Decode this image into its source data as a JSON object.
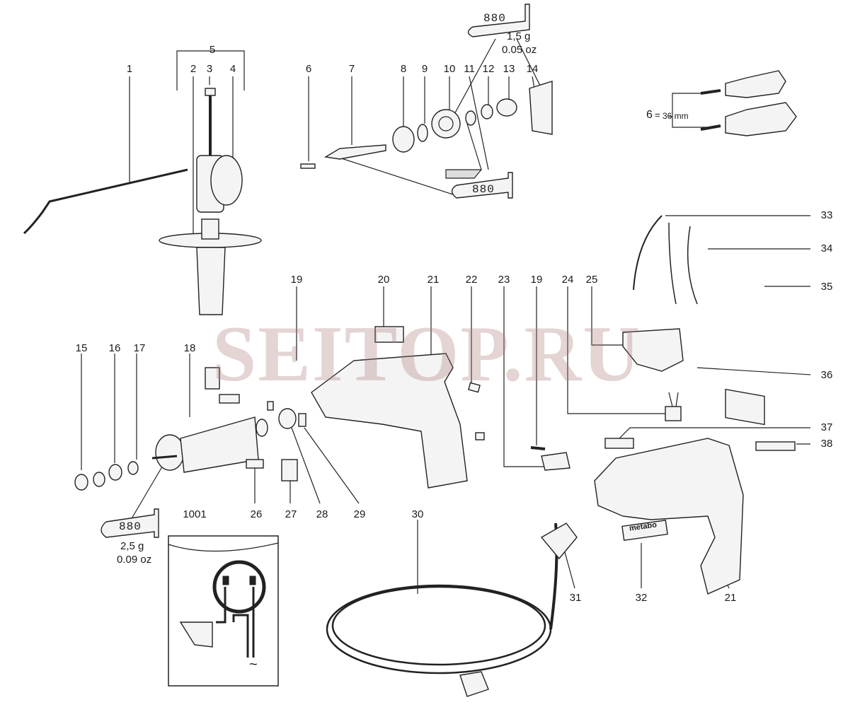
{
  "diagram": {
    "part_numbers": {
      "p1": "1",
      "p2": "2",
      "p3": "3",
      "p4": "4",
      "p5": "5",
      "p6": "6",
      "p7": "7",
      "p8": "8",
      "p9": "9",
      "p10": "10",
      "p11": "11",
      "p12": "12",
      "p13": "13",
      "p14": "14",
      "p15": "15",
      "p16": "16",
      "p17": "17",
      "p18": "18",
      "p19a": "19",
      "p19b": "19",
      "p20": "20",
      "p21a": "21",
      "p21b": "21",
      "p22": "22",
      "p23": "23",
      "p24": "24",
      "p25": "25",
      "p26": "26",
      "p27": "27",
      "p28": "28",
      "p29": "29",
      "p30": "30",
      "p31": "31",
      "p32": "32",
      "p33": "33",
      "p34": "34",
      "p35": "35",
      "p36": "36",
      "p37": "37",
      "p38": "38",
      "p1001": "1001"
    },
    "grease_top": {
      "tube": "880",
      "amount": "1,5 g",
      "amount_oz": "0.05 oz"
    },
    "grease_mid": {
      "tube": "880"
    },
    "grease_bottom": {
      "tube": "880",
      "amount": "2,5 g",
      "amount_oz": "0.09 oz"
    },
    "chuck_note": {
      "num": "6",
      "eq": "=",
      "size": "36 mm"
    },
    "brand_label": "metabo",
    "ac_symbol": "~",
    "watermark": "SEITOP.RU"
  }
}
